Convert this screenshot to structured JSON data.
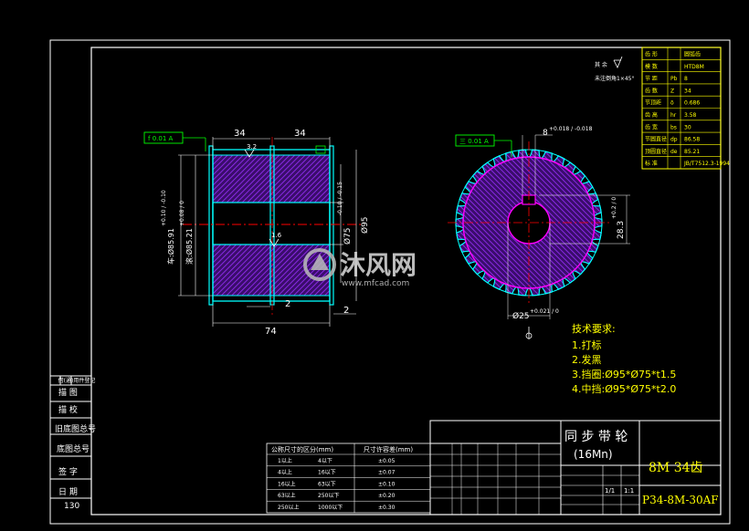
{
  "colors": {
    "background": "#000000",
    "frame": "#ffffff",
    "yellow": "#ffff00",
    "cyan": "#00ffff",
    "magenta": "#ff00ff",
    "hatch": "#8a2be2",
    "red": "#ff0000",
    "green": "#00ff00"
  },
  "watermark": {
    "cn": "沐风网",
    "url": "www.mfcad.com"
  },
  "spec_table": [
    {
      "name": "齿 形",
      "code": "",
      "value": "圆弧齿"
    },
    {
      "name": "模 数",
      "code": "",
      "value": "HTD8M"
    },
    {
      "name": "节 距",
      "code": "Pb",
      "value": "8"
    },
    {
      "name": "齿 数",
      "code": "Z",
      "value": "34"
    },
    {
      "name": "节顶距",
      "code": "δ",
      "value": "0.686"
    },
    {
      "name": "齿 高",
      "code": "hr",
      "value": "3.58"
    },
    {
      "name": "齿 宽",
      "code": "bs",
      "value": "30"
    },
    {
      "name": "节圆直径",
      "code": "dp",
      "value": "86.58"
    },
    {
      "name": "顶圆直径",
      "code": "de",
      "value": "85.21"
    },
    {
      "name": "标 准",
      "code": "",
      "value": "JB/T7512.3-1994"
    }
  ],
  "roughness": {
    "a": "其 余",
    "b": "未注倒角1×45°"
  },
  "front_view": {
    "dim_top_left": "34",
    "dim_top_right": "34",
    "dim_bottom": "74",
    "dim_two_left": "2",
    "dim_two_right": "2",
    "dim_rough_top": "3.2",
    "dim_rough_mid": "1.6",
    "dim_d75": "Ø75",
    "dim_d75_tol": "-0.10 / -0.15",
    "dim_d95": "Ø95",
    "dim_left1": "车:Ø85.91",
    "dim_left1_tol": "+0.10 / -0.10",
    "dim_left2": "滚:Ø85.21",
    "dim_left2_tol": "+0.08 / 0",
    "gdt": "f 0.01 A"
  },
  "side_view": {
    "dim_key": "8",
    "dim_key_tol": "+0.018 / -0.018",
    "dim_bore": "Ø25",
    "dim_bore_tol": "+0.021 / 0",
    "dim_keyh": "28.3",
    "dim_keyh_tol": "+0.2 / 0",
    "gdt": "三 0.01 A"
  },
  "tech_req": {
    "title": "技术要求:",
    "items": [
      "1.打标",
      "2.发黑",
      "3.挡圈:Ø95*Ø75*t1.5",
      "4.中挡:Ø95*Ø75*t2.0"
    ]
  },
  "left_strip": {
    "rows": [
      "描 图",
      "描 校",
      "旧底图总号",
      "底图总号",
      "签 字",
      "日 期"
    ],
    "header": "借(通)用件登记",
    "number": "130"
  },
  "tolerance_table": {
    "headers": [
      "公称尺寸的区分(mm)",
      "尺寸许容差(mm)"
    ],
    "rows": [
      [
        "1以上",
        "4以下",
        "±0.05"
      ],
      [
        "4以上",
        "16以下",
        "±0.07"
      ],
      [
        "16以上",
        "63以下",
        "±0.10"
      ],
      [
        "63以上",
        "250以下",
        "±0.20"
      ],
      [
        "250以上",
        "1000以下",
        "±0.30"
      ]
    ]
  },
  "title_block": {
    "name": "同 步 带 轮",
    "material": "(16Mn)",
    "spec": "8M  34齿",
    "code": "P34-8M-30AF",
    "scale": "1:1",
    "sheets": "1/1"
  }
}
